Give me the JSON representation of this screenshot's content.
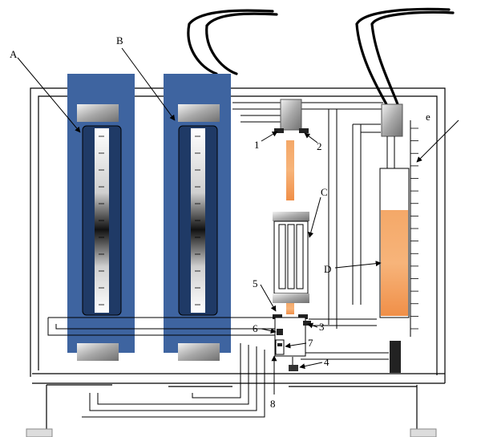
{
  "labels": {
    "A": "A",
    "B": "B",
    "C": "C",
    "D": "D",
    "e": "e",
    "n1": "1",
    "n2": "2",
    "n3": "3",
    "n4": "4",
    "n5": "5",
    "n6": "6",
    "n7": "7",
    "n8": "8"
  },
  "colors": {
    "panel_blue": "#3e64a0",
    "panel_dark": "#1f3a66",
    "fill_orange": "#f4a060",
    "rod_orange": "#e89258",
    "block_grey": "#b8b8b8",
    "line": "#000000"
  },
  "tubes": {
    "tick_count": 10
  }
}
